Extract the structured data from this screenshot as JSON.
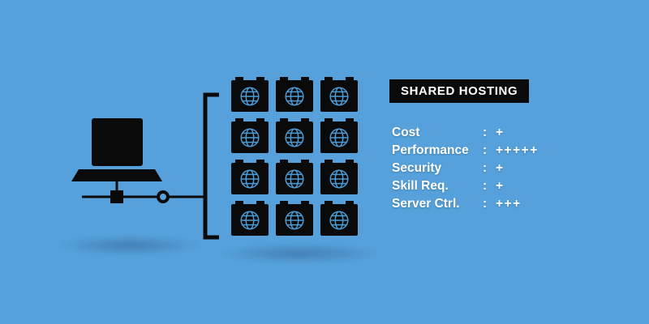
{
  "title": "SHARED HOSTING",
  "attributes": [
    {
      "label": "Cost",
      "separator": ":",
      "value": "+"
    },
    {
      "label": "Performance",
      "separator": ":",
      "value": "+++++"
    },
    {
      "label": "Security",
      "separator": ":",
      "value": "+"
    },
    {
      "label": "Skill Req.",
      "separator": ":",
      "value": "+"
    },
    {
      "label": "Server Ctrl.",
      "separator": ":",
      "value": "+++"
    }
  ],
  "server_grid": {
    "rows": 4,
    "cols": 3
  },
  "icons": {
    "laptop": "laptop-icon",
    "switch": "network-switch-icon",
    "node": "network-node-icon",
    "bracket": "bracket-connector-icon",
    "server": "globe-server-icon"
  },
  "colors": {
    "background": "#56A1DB",
    "icon": "#0A0A0A",
    "globe": "#4D9BD6",
    "text": "#FFFFFF",
    "title_bg": "#0A0A0A"
  }
}
